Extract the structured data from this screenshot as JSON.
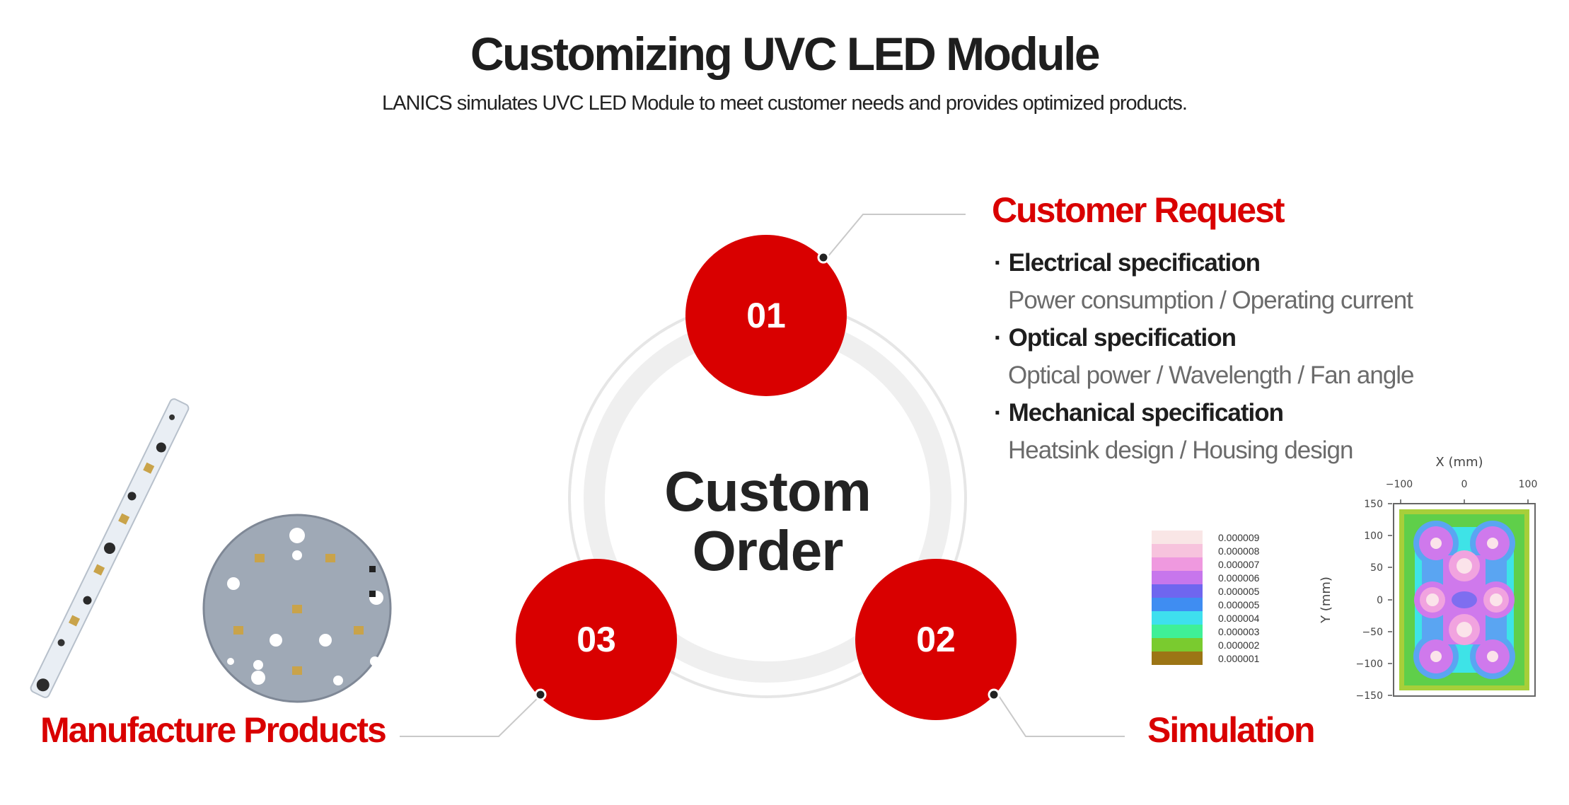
{
  "header": {
    "title": "Customizing UVC LED Module",
    "subtitle": "LANICS simulates UVC LED Module to meet customer needs and provides optimized products."
  },
  "cycle": {
    "center_text": [
      "Custom",
      "Order"
    ],
    "steps": [
      {
        "number": "01",
        "label": "Customer Request"
      },
      {
        "number": "02",
        "label": "Simulation"
      },
      {
        "number": "03",
        "label": "Manufacture Products"
      }
    ]
  },
  "customer_request": {
    "items": [
      {
        "heading": "Electrical specification",
        "detail": "Power consumption / Operating current"
      },
      {
        "heading": "Optical specification",
        "detail": "Optical power / Wavelength / Fan angle"
      },
      {
        "heading": "Mechanical specification",
        "detail": "Heatsink design / Housing design"
      }
    ]
  },
  "simulation_map": {
    "x_label": "X (mm)",
    "y_label": "Y (mm)",
    "x_ticks": [
      "−100",
      "0",
      "100"
    ],
    "y_ticks": [
      "150",
      "100",
      "50",
      "0",
      "−50",
      "−100",
      "−150"
    ]
  },
  "legend": [
    {
      "value": "0.000009",
      "color": "#f9e6e6"
    },
    {
      "value": "0.000008",
      "color": "#f7c3dd"
    },
    {
      "value": "0.000007",
      "color": "#ef99df"
    },
    {
      "value": "0.000006",
      "color": "#c776ec"
    },
    {
      "value": "0.000005",
      "color": "#6f66ef"
    },
    {
      "value": "0.000005",
      "color": "#3f8df2"
    },
    {
      "value": "0.000004",
      "color": "#3ee0ee"
    },
    {
      "value": "0.000003",
      "color": "#3ff097"
    },
    {
      "value": "0.000002",
      "color": "#7acb2f"
    },
    {
      "value": "0.000001",
      "color": "#9c7515"
    }
  ],
  "colors": {
    "accent": "#d90000",
    "ring": "#ededed",
    "text_dark": "#1e1e1e",
    "text_muted": "#6b6b6b"
  }
}
